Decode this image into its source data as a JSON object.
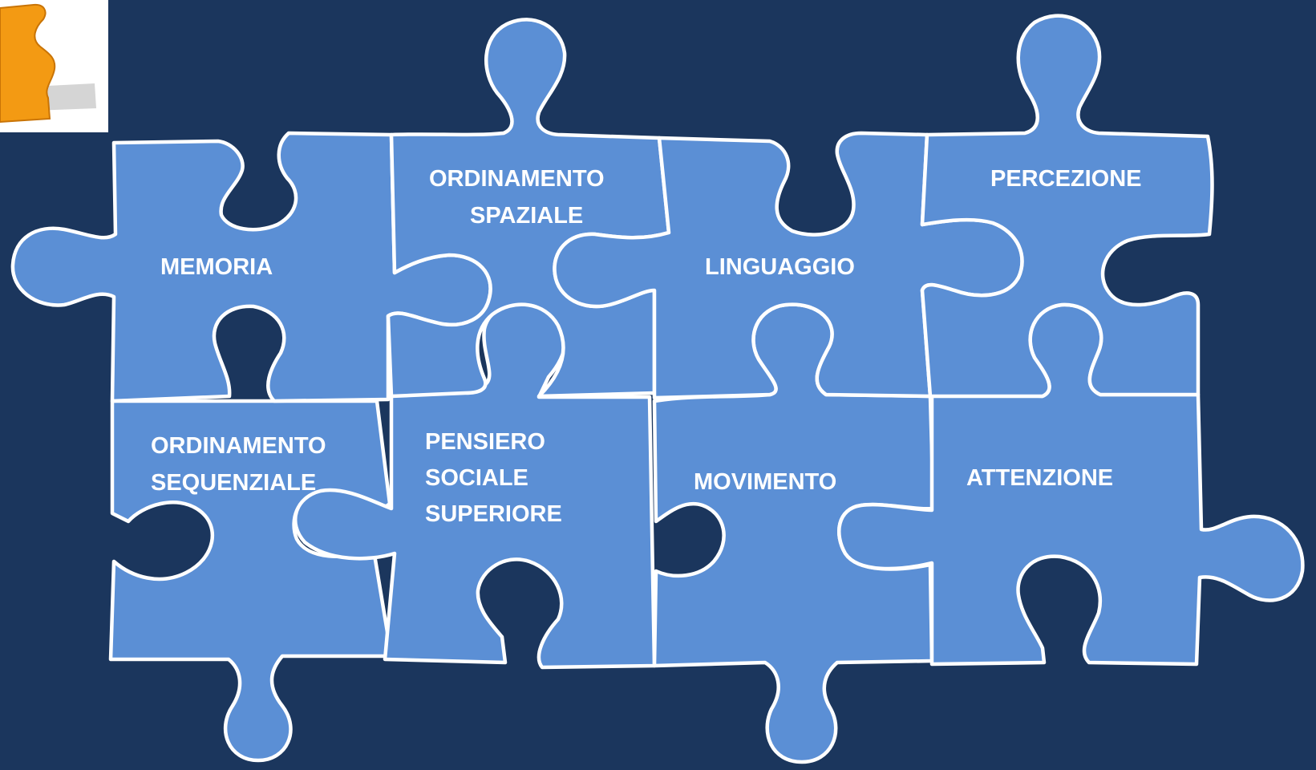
{
  "slide": {
    "background_color": "#1b365d",
    "piece_color": "#5b8fd5",
    "outline_color": "#ffffff",
    "logo_color": "#f39a13"
  },
  "logo": {
    "icon": "puzzle-piece-icon"
  },
  "pieces": {
    "memoria": {
      "lines": [
        "MEMORIA"
      ]
    },
    "ordinamento_spaziale": {
      "lines": [
        "ORDINAMENTO",
        "SPAZIALE"
      ]
    },
    "linguaggio": {
      "lines": [
        "LINGUAGGIO"
      ]
    },
    "percezione": {
      "lines": [
        "PERCEZIONE"
      ]
    },
    "ordinamento_sequenziale": {
      "lines": [
        "ORDINAMENTO",
        "SEQUENZIALE"
      ]
    },
    "pensiero_sociale_superiore": {
      "lines": [
        "PENSIERO",
        "SOCIALE",
        "SUPERIORE"
      ]
    },
    "movimento": {
      "lines": [
        "MOVIMENTO"
      ]
    },
    "attenzione": {
      "lines": [
        "ATTENZIONE"
      ]
    }
  }
}
